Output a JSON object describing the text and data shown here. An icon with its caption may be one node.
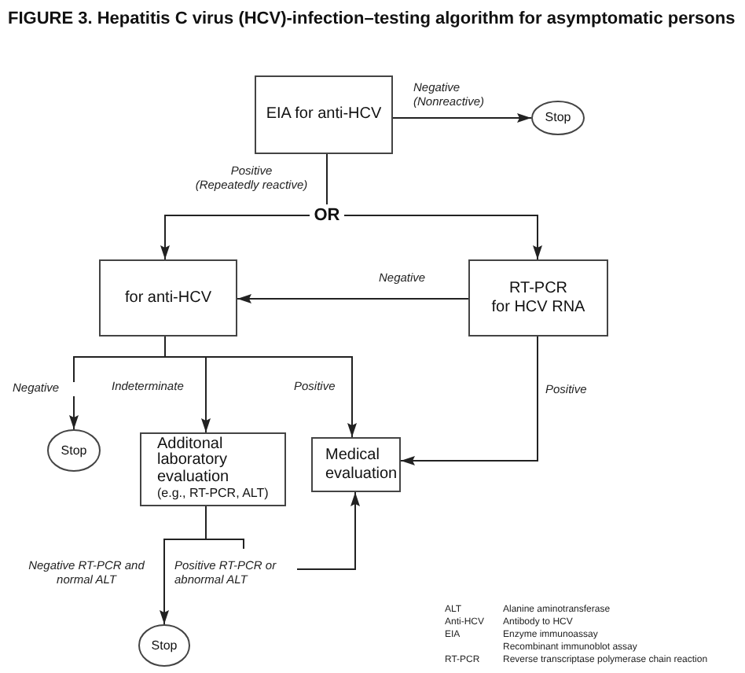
{
  "diagram": {
    "title": "FIGURE 3. Hepatitis C virus (HCV)-infection–testing algorithm for asymptomatic persons",
    "nodes": [
      {
        "text": [
          "EIA for anti-HCV"
        ]
      },
      {
        "text": [
          "Stop"
        ]
      },
      {
        "text": [
          "OR"
        ]
      },
      {
        "text": [
          "for anti-HCV"
        ]
      },
      {
        "text": [
          "RT-PCR for HCV RNA"
        ]
      },
      {
        "text": [
          "Stop"
        ]
      },
      {
        "text": [
          "Additonal laboratory evaluation",
          "(e.g., RT-PCR, ALT)"
        ]
      },
      {
        "text": [
          "Medical evaluation"
        ]
      },
      {
        "text": [
          "Stop"
        ]
      }
    ],
    "edges": [
      {
        "from": 0,
        "to": 1,
        "arrow": "to",
        "label": "Negative (Nonreactive)"
      },
      {
        "from": 0,
        "to": 2,
        "arrow": "none",
        "label": "Positive (Repeatedly reactive)"
      },
      {
        "from": 2,
        "to": 3,
        "arrow": "to"
      },
      {
        "from": 2,
        "to": 4,
        "arrow": "to"
      },
      {
        "from": 4,
        "to": 3,
        "arrow": "to",
        "label": "Negative"
      },
      {
        "from": 3,
        "to": 5,
        "arrow": "to",
        "label": "Negative"
      },
      {
        "from": 3,
        "to": 6,
        "arrow": "to",
        "label": "Indeterminate"
      },
      {
        "from": 3,
        "to": 7,
        "arrow": "to",
        "label": "Positive"
      },
      {
        "from": 4,
        "to": 7,
        "arrow": "to",
        "label": "Positive"
      },
      {
        "from": 6,
        "to": 8,
        "arrow": "to",
        "label": "Negative RT-PCR and normal ALT"
      },
      {
        "from": 6,
        "to": 7,
        "arrow": "to",
        "label": "Positive RT-PCR or abnormal ALT"
      }
    ],
    "labels": [
      "ALT",
      "Alanine aminotransferase",
      "Anti-HCV",
      "Antibody to HCV",
      "EIA",
      "Enzyme immunoassay",
      "Recombinant immunoblot assay",
      "RT-PCR",
      "Reverse transcriptase polymerase chain reaction"
    ]
  }
}
